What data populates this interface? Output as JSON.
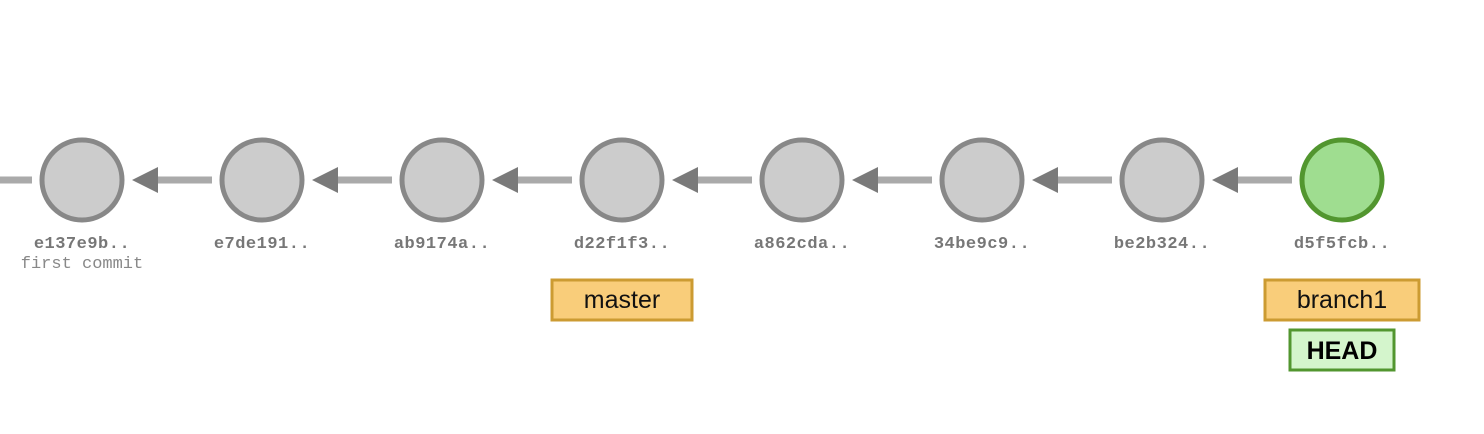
{
  "graph": {
    "commits": [
      {
        "sha": "e137e9b..",
        "message": "first commit"
      },
      {
        "sha": "e7de191.."
      },
      {
        "sha": "ab9174a.."
      },
      {
        "sha": "d22f1f3..",
        "branches": [
          "master"
        ]
      },
      {
        "sha": "a862cda.."
      },
      {
        "sha": "34be9c9.."
      },
      {
        "sha": "be2b324.."
      },
      {
        "sha": "d5f5fcb..",
        "branches": [
          "branch1"
        ],
        "head": "HEAD",
        "current": true
      }
    ],
    "colors": {
      "commit_fill": "#cccccc",
      "commit_stroke": "#888888",
      "head_commit_fill": "#9fdd90",
      "head_commit_stroke": "#52962f",
      "branch_fill": "#f9cd7a",
      "branch_stroke": "#cc9b32",
      "head_label_fill": "#d4f5cc",
      "head_label_stroke": "#52962f"
    }
  }
}
